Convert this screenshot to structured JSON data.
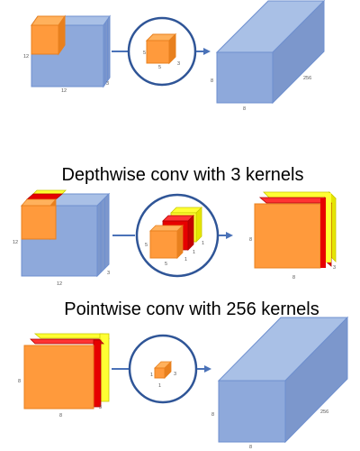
{
  "colors": {
    "blue": "#8EA9DB",
    "blue_top": "#A9C0E6",
    "blue_side": "#7C97CC",
    "blue_edge": "#6E8FCF",
    "orange": "#FF9A3C",
    "orange_light": "#FFB15C",
    "orange_dark": "#E8801E",
    "red": "#E60000",
    "yellow": "#FFFF33",
    "arrow": "#4A72B8",
    "ring": "#2F5597"
  },
  "section1": {
    "input_width": "12",
    "input_height": "12",
    "input_depth": "3",
    "kernel_a": "5",
    "kernel_b": "5",
    "kernel_c": "3",
    "output_height": "8",
    "output_width": "8",
    "output_depth": "256"
  },
  "section2": {
    "title": "Depthwise conv with 3 kernels",
    "input_height": "12",
    "input_width": "12",
    "input_depth": "3",
    "kernel_height": "5",
    "kernel_width": "5",
    "kernel_depth": "1",
    "kernel_depth_2": "1",
    "kernel_depth_3": "1",
    "output_height": "8",
    "output_width": "8",
    "output_depth": "3"
  },
  "section3": {
    "title": "Pointwise conv with 256 kernels",
    "input_height": "8",
    "input_width": "8",
    "input_depth": "3",
    "kernel_a": "1",
    "kernel_b": "1",
    "kernel_c": "3",
    "output_height": "8",
    "output_width": "8",
    "output_depth": "256"
  }
}
